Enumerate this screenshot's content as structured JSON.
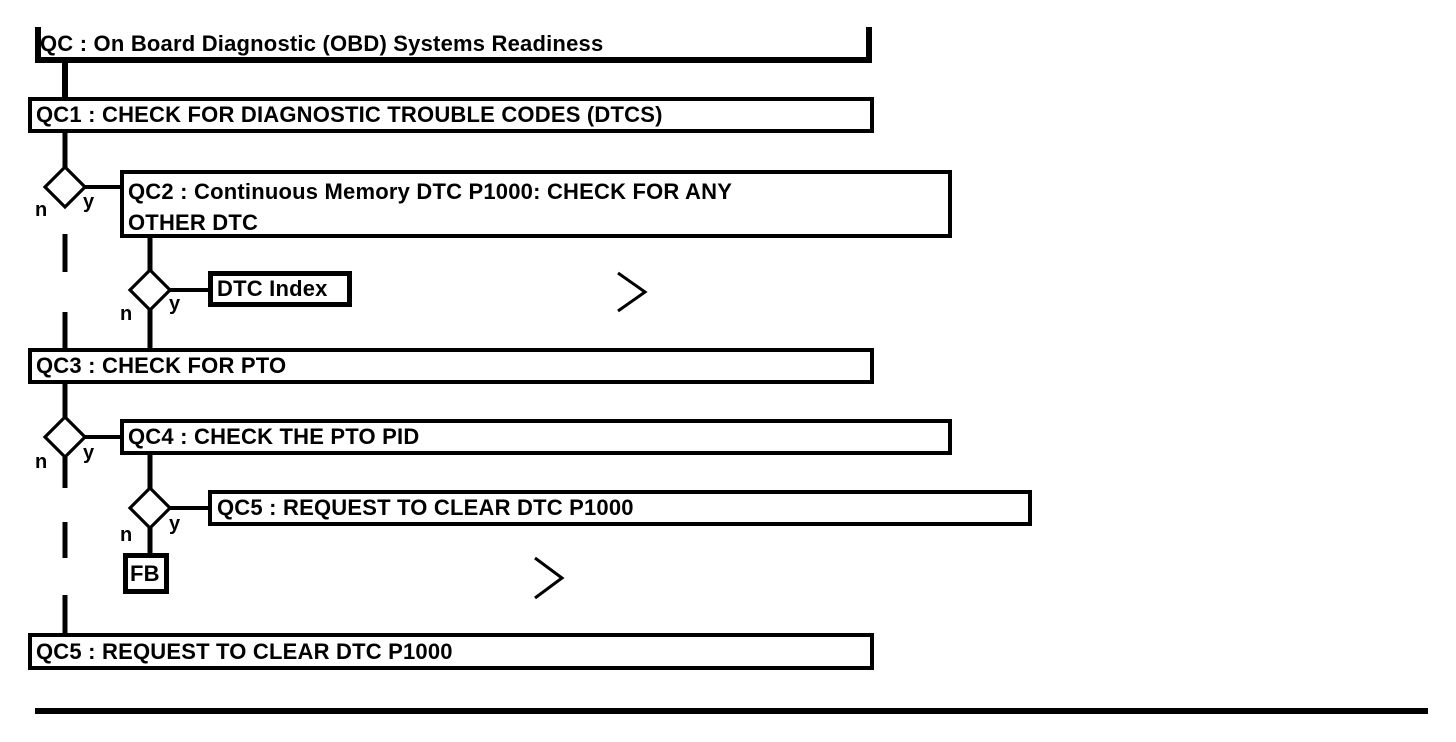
{
  "flowchart": {
    "title_node": {
      "label": "QC : On Board Diagnostic (OBD) Systems Readiness"
    },
    "nodes": {
      "qc1": {
        "label": "QC1 : CHECK FOR DIAGNOSTIC TROUBLE CODES (DTCS)"
      },
      "qc2": {
        "label": "QC2 : Continuous Memory DTC P1000: CHECK FOR ANY\nOTHER DTC"
      },
      "dtc_index": {
        "label": "DTC Index"
      },
      "qc3": {
        "label": "QC3 : CHECK FOR PTO"
      },
      "qc4": {
        "label": "QC4 : CHECK THE PTO PID"
      },
      "qc5_branch": {
        "label": "QC5 : REQUEST TO CLEAR DTC P1000"
      },
      "fb": {
        "label": "FB"
      },
      "qc5_main": {
        "label": "QC5 : REQUEST TO CLEAR DTC P1000"
      }
    },
    "branch_labels": {
      "no": "n",
      "yes": "y"
    },
    "icons": {
      "continuation": "chevron-right"
    },
    "colors": {
      "stroke": "#000000",
      "background": "#ffffff"
    }
  }
}
